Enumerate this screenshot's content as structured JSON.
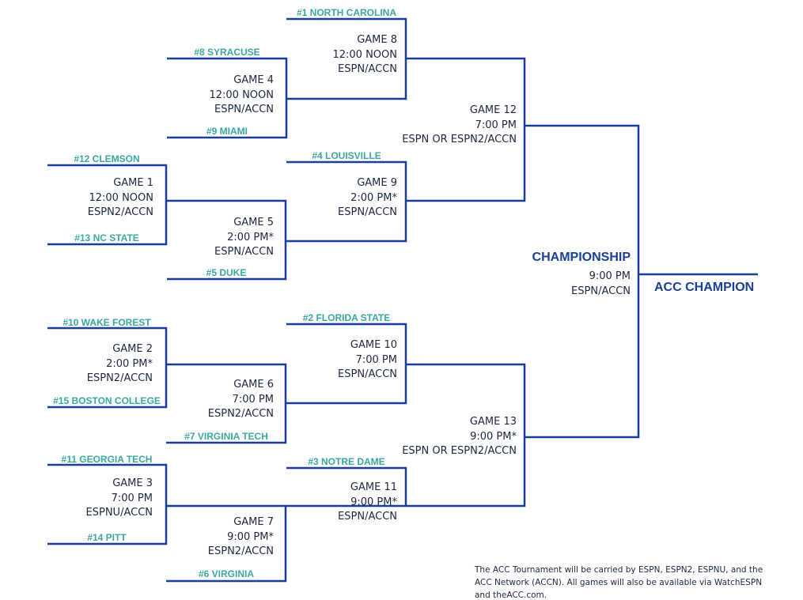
{
  "teams": {
    "north_carolina": "#1 NORTH CAROLINA",
    "syracuse": "#8 SYRACUSE",
    "miami": "#9 MIAMI",
    "clemson": "#12 CLEMSON",
    "nc_state": "#13 NC STATE",
    "louisville": "#4 LOUISVILLE",
    "duke": "#5 DUKE",
    "wake_forest": "#10 WAKE FOREST",
    "boston_college": "#15 BOSTON COLLEGE",
    "florida_state": "#2 FLORIDA STATE",
    "virginia_tech": "#7 VIRGINIA TECH",
    "georgia_tech": "#11 GEORGIA TECH",
    "notre_dame": "#3 NOTRE DAME",
    "pitt": "#14 PITT",
    "virginia": "#6 VIRGINIA"
  },
  "games": {
    "g1": {
      "name": "GAME 1",
      "time": "12:00 NOON",
      "network": "ESPN2/ACCN"
    },
    "g2": {
      "name": "GAME 2",
      "time": "2:00 PM*",
      "network": "ESPN2/ACCN"
    },
    "g3": {
      "name": "GAME 3",
      "time": "7:00 PM",
      "network": "ESPNU/ACCN"
    },
    "g4": {
      "name": "GAME 4",
      "time": "12:00 NOON",
      "network": "ESPN/ACCN"
    },
    "g5": {
      "name": "GAME 5",
      "time": "2:00 PM*",
      "network": "ESPN/ACCN"
    },
    "g6": {
      "name": "GAME 6",
      "time": "7:00 PM",
      "network": "ESPN2/ACCN"
    },
    "g7": {
      "name": "GAME 7",
      "time": "9:00 PM*",
      "network": "ESPN2/ACCN"
    },
    "g8": {
      "name": "GAME 8",
      "time": "12:00 NOON",
      "network": "ESPN/ACCN"
    },
    "g9": {
      "name": "GAME 9",
      "time": "2:00 PM*",
      "network": "ESPN/ACCN"
    },
    "g10": {
      "name": "GAME 10",
      "time": "7:00 PM",
      "network": "ESPN/ACCN"
    },
    "g11": {
      "name": "GAME 11",
      "time": "9:00 PM*",
      "network": "ESPN/ACCN"
    },
    "g12": {
      "name": "GAME 12",
      "time": "7:00 PM",
      "network": "ESPN OR ESPN2/ACCN"
    },
    "g13": {
      "name": "GAME 13",
      "time": "9:00 PM*",
      "network": "ESPN OR ESPN2/ACCN"
    }
  },
  "championship": {
    "title": "CHAMPIONSHIP",
    "time": "9:00 PM",
    "network": "ESPN/ACCN"
  },
  "champion_label": "ACC CHAMPION",
  "footnote": "The ACC Tournament will be carried by ESPN, ESPN2, ESPNU, and the ACC Network (ACCN). All games will also be available via WatchESPN and theACC.com.",
  "colors": {
    "line": "#1a3f99",
    "team": "#3aa8a0",
    "text": "#1c2740",
    "title": "#1a3f99"
  }
}
